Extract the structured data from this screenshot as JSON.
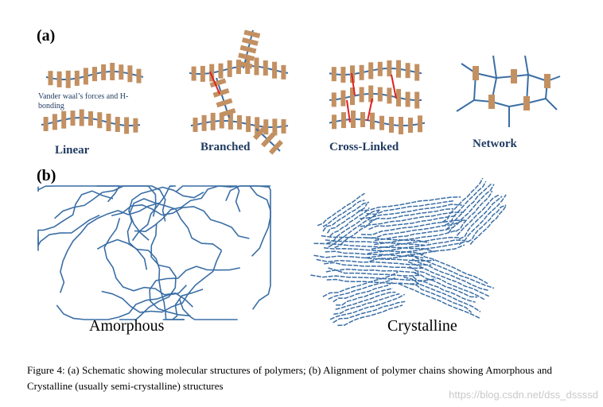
{
  "panel_a": {
    "label": "(a)",
    "linear": "Linear",
    "branched": "Branched",
    "cross_linked": "Cross-Linked",
    "network": "Network",
    "forces_note": "Vander waal’s forces and H-bonding"
  },
  "panel_b": {
    "label": "(b)",
    "amorphous": "Amorphous",
    "crystalline": "Crystalline"
  },
  "caption": "Figure 4: (a) Schematic showing molecular structures of polymers; (b) Alignment of polymer chains showing Amorphous and Crystalline (usually semi-crystalline) structures",
  "watermark": "https://blog.csdn.net/dss_dssssd",
  "colors": {
    "chain": "#3a6ea5",
    "side_group": "#c39062",
    "crosslink": "#e02020",
    "text": "#1f3a5f"
  }
}
